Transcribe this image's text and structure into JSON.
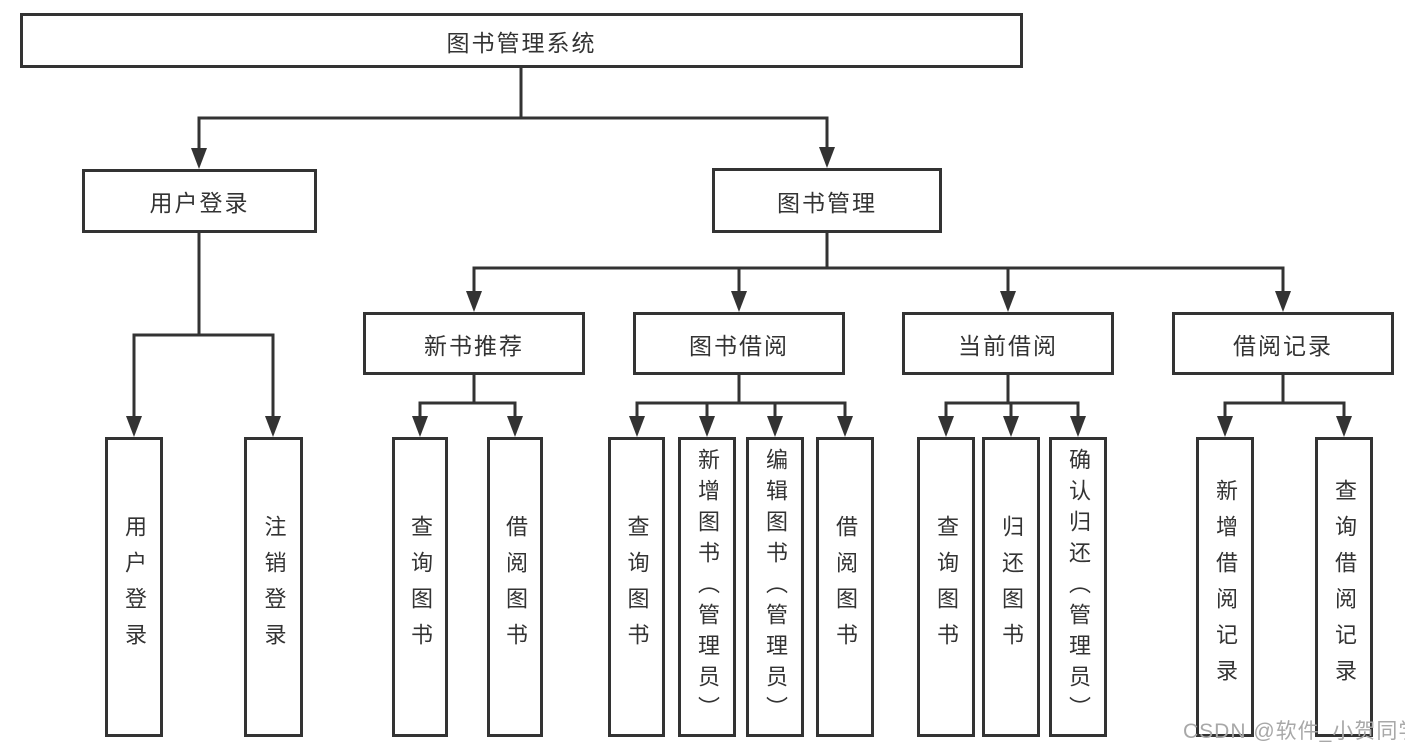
{
  "tree": {
    "root": {
      "label": "图书管理系统",
      "children": [
        {
          "label": "用户登录",
          "children": [
            {
              "label": "用户登录"
            },
            {
              "label": "注销登录"
            }
          ]
        },
        {
          "label": "图书管理",
          "children": [
            {
              "label": "新书推荐",
              "children": [
                {
                  "label": "查询图书"
                },
                {
                  "label": "借阅图书"
                }
              ]
            },
            {
              "label": "图书借阅",
              "children": [
                {
                  "label": "查询图书"
                },
                {
                  "label": "新增图书（管理员）"
                },
                {
                  "label": "编辑图书（管理员）"
                },
                {
                  "label": "借阅图书"
                }
              ]
            },
            {
              "label": "当前借阅",
              "children": [
                {
                  "label": "查询图书"
                },
                {
                  "label": "归还图书"
                },
                {
                  "label": "确认归还（管理员）"
                }
              ]
            },
            {
              "label": "借阅记录",
              "children": [
                {
                  "label": "新增借阅记录"
                },
                {
                  "label": "查询借阅记录"
                }
              ]
            }
          ]
        }
      ]
    }
  },
  "colors": {
    "line": "#333333",
    "text": "#333333",
    "watermark": "#a8a8a8",
    "background": "#ffffff"
  },
  "watermark": {
    "text": "CSDN @软件_小贺同学"
  }
}
